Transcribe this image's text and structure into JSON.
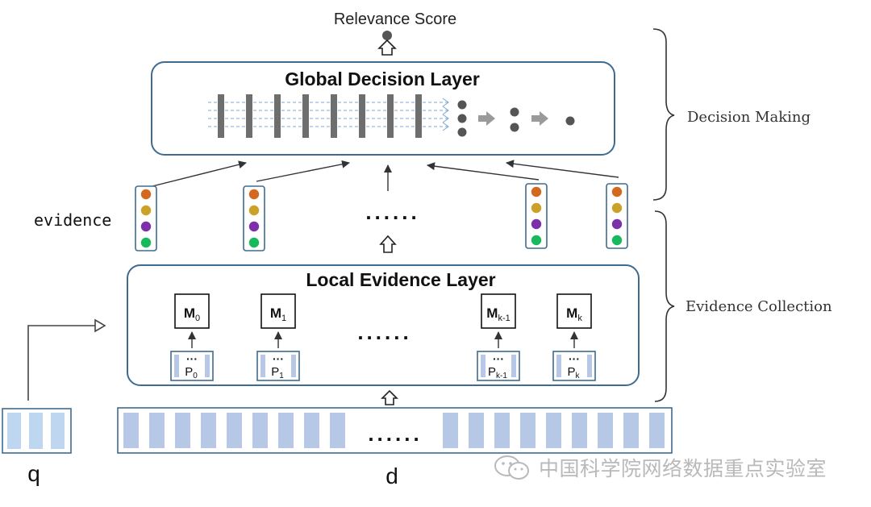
{
  "top_label": "Relevance Score",
  "global_layer": {
    "title": "Global Decision Layer"
  },
  "local_layer": {
    "title": "Local Evidence Layer"
  },
  "evidence_label": "evidence",
  "ellipsis": "......",
  "brackets": {
    "decision": "Decision Making",
    "collection": "Evidence Collection"
  },
  "modules": [
    {
      "m": "M",
      "m_sub": "0",
      "p": "P",
      "p_sub": "0"
    },
    {
      "m": "M",
      "m_sub": "1",
      "p": "P",
      "p_sub": "1"
    },
    {
      "m": "M",
      "m_sub": "k-1",
      "p": "P",
      "p_sub": "k-1"
    },
    {
      "m": "M",
      "m_sub": "k",
      "p": "P",
      "p_sub": "k"
    }
  ],
  "inputs": {
    "query": "q",
    "document": "d"
  },
  "evidence_colors": [
    "#d2691e",
    "#c9a227",
    "#7b2fa8",
    "#18b85c"
  ],
  "colors": {
    "box_border": "#3e6b8f",
    "token_fill": "#b6c8e6",
    "query_fill": "#bed6ef",
    "grey_dot": "#555555",
    "bar": "#6e6e6e",
    "dash": "#7aa7d6"
  },
  "watermark": "中国科学院网络数据重点实验室"
}
